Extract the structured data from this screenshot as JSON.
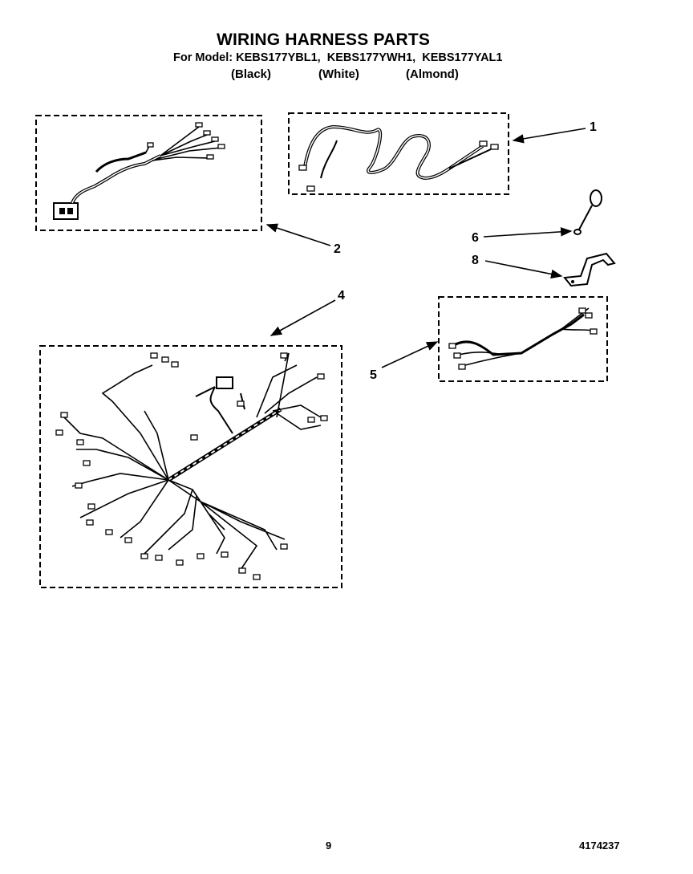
{
  "header": {
    "title": "WIRING HARNESS PARTS",
    "model_prefix": "For Model:",
    "models": [
      "KEBS177YBL1,",
      "KEBS177YWH1,",
      "KEBS177YAL1"
    ],
    "colors": [
      "(Black)",
      "(White)",
      "(Almond)"
    ]
  },
  "callouts": [
    "1",
    "2",
    "4",
    "6",
    "8",
    "5"
  ],
  "footer": {
    "page_number": "9",
    "doc_number": "4174237"
  }
}
